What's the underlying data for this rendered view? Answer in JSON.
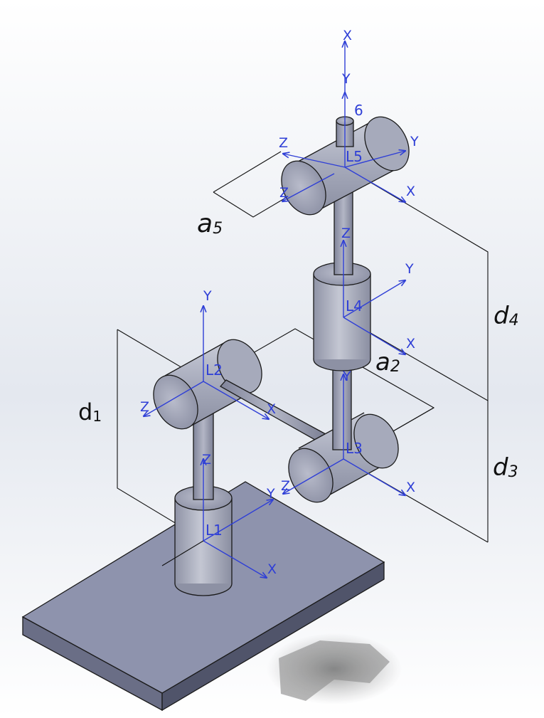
{
  "colors": {
    "axis": "#2f3fd6",
    "part_light": "#c9ccd8",
    "part_mid": "#a3a7b8",
    "part_dark": "#7a7e92",
    "base_top": "#8e93ad",
    "base_side": "#5e6278",
    "dimension": "#111111"
  },
  "frames": [
    {
      "label": "L1",
      "axes": [
        "Z",
        "X",
        "Y"
      ]
    },
    {
      "label": "L2",
      "axes": [
        "Y",
        "X",
        "Z"
      ]
    },
    {
      "label": "L3",
      "axes": [
        "Y",
        "X",
        "Z"
      ]
    },
    {
      "label": "L4",
      "axes": [
        "Z",
        "Y",
        "X"
      ]
    },
    {
      "label": "L5",
      "axes": [
        "Z",
        "Y",
        "X",
        "Z"
      ]
    },
    {
      "label": "6",
      "axes": [
        "X",
        "Y"
      ]
    }
  ],
  "dimensions": [
    {
      "sym": "d",
      "sub": "1"
    },
    {
      "sym": "a",
      "sub": "2"
    },
    {
      "sym": "d",
      "sub": "3"
    },
    {
      "sym": "d",
      "sub": "4"
    },
    {
      "sym": "a",
      "sub": "5"
    }
  ]
}
